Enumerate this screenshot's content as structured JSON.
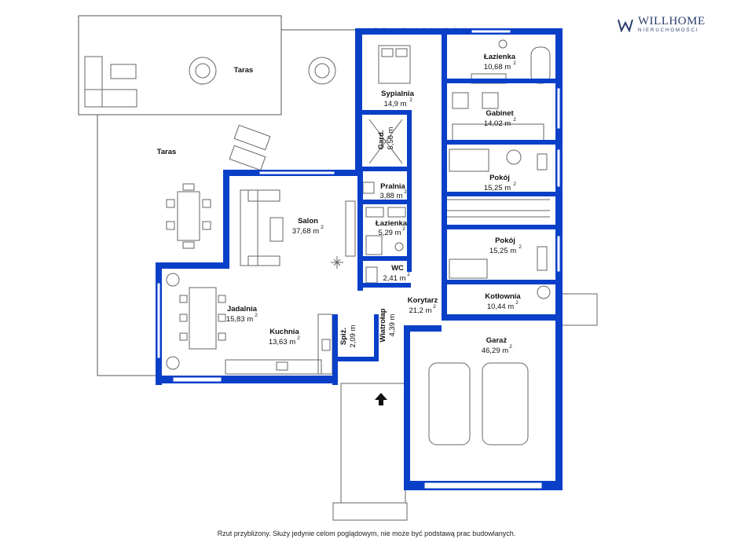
{
  "brand": {
    "name": "WILLHOME",
    "subtitle": "NIERUCHOMOŚCI",
    "color": "#2a3d6b"
  },
  "colors": {
    "wall": "#0a3fc8",
    "line": "#555555",
    "furniture": "#666666"
  },
  "watermark": "NIERUCHOMOŚCI",
  "area_unit": "m",
  "area_exponent": "2",
  "rooms": [
    {
      "id": "taras-top",
      "name": "Taras",
      "area": ""
    },
    {
      "id": "taras-left",
      "name": "Taras",
      "area": ""
    },
    {
      "id": "sypialnia",
      "name": "Sypialnia",
      "area": "14,9"
    },
    {
      "id": "lazienka-top",
      "name": "Łazienka",
      "area": "10,68"
    },
    {
      "id": "gabinet",
      "name": "Gabinet",
      "area": "14,02"
    },
    {
      "id": "garderoba",
      "name": "Gard.",
      "area": "5,56"
    },
    {
      "id": "pralnia",
      "name": "Pralnia",
      "area": "3,88"
    },
    {
      "id": "pokoj-1",
      "name": "Pokój",
      "area": "15,25"
    },
    {
      "id": "salon",
      "name": "Salon",
      "area": "37,68"
    },
    {
      "id": "lazienka-mid",
      "name": "Łazienka",
      "area": "5,29"
    },
    {
      "id": "pokoj-2",
      "name": "Pokój",
      "area": "15,25"
    },
    {
      "id": "wc",
      "name": "WC",
      "area": "2,41"
    },
    {
      "id": "kotlownia",
      "name": "Kotłownia",
      "area": "10,44"
    },
    {
      "id": "jadalnia",
      "name": "Jadalnia",
      "area": "15,83"
    },
    {
      "id": "korytarz",
      "name": "Korytarz",
      "area": "21,2"
    },
    {
      "id": "kuchnia",
      "name": "Kuchnia",
      "area": "13,63"
    },
    {
      "id": "spizarnia",
      "name": "Spiż.",
      "area": "2,09"
    },
    {
      "id": "wiatrolap",
      "name": "Wiatrołap",
      "area": "4,39"
    },
    {
      "id": "garaz",
      "name": "Garaż",
      "area": "46,29"
    }
  ],
  "footer": "Rzut przybliżony. Służy jedynie celom poglądowym, nie może być podstawą prac budowlanych."
}
